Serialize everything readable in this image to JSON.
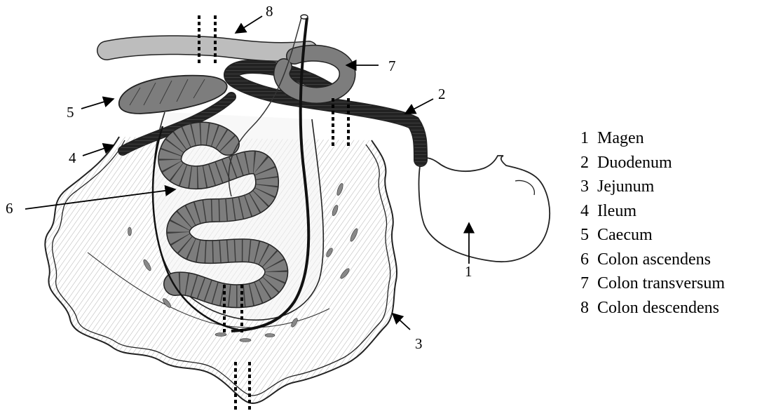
{
  "colors": {
    "ink": "#1a1a1a",
    "colon_fill": "#7d7d7d",
    "colon_ridge": "#3c3c3c",
    "duodenum_fill": "#d9d9d9",
    "mesentery_hatch": "#9a9a9a"
  },
  "callouts": [
    {
      "id": "1",
      "text": "1"
    },
    {
      "id": "2",
      "text": "2"
    },
    {
      "id": "3",
      "text": "3"
    },
    {
      "id": "4",
      "text": "4"
    },
    {
      "id": "5",
      "text": "5"
    },
    {
      "id": "6",
      "text": "6"
    },
    {
      "id": "7",
      "text": "7"
    },
    {
      "id": "8",
      "text": "8"
    }
  ],
  "legend": [
    {
      "num": "1",
      "label": "Magen"
    },
    {
      "num": "2",
      "label": "Duodenum"
    },
    {
      "num": "3",
      "label": "Jejunum"
    },
    {
      "num": "4",
      "label": "Ileum"
    },
    {
      "num": "5",
      "label": "Caecum"
    },
    {
      "num": "6",
      "label": "Colon ascendens"
    },
    {
      "num": "7",
      "label": "Colon transversum"
    },
    {
      "num": "8",
      "label": "Colon descendens"
    }
  ]
}
